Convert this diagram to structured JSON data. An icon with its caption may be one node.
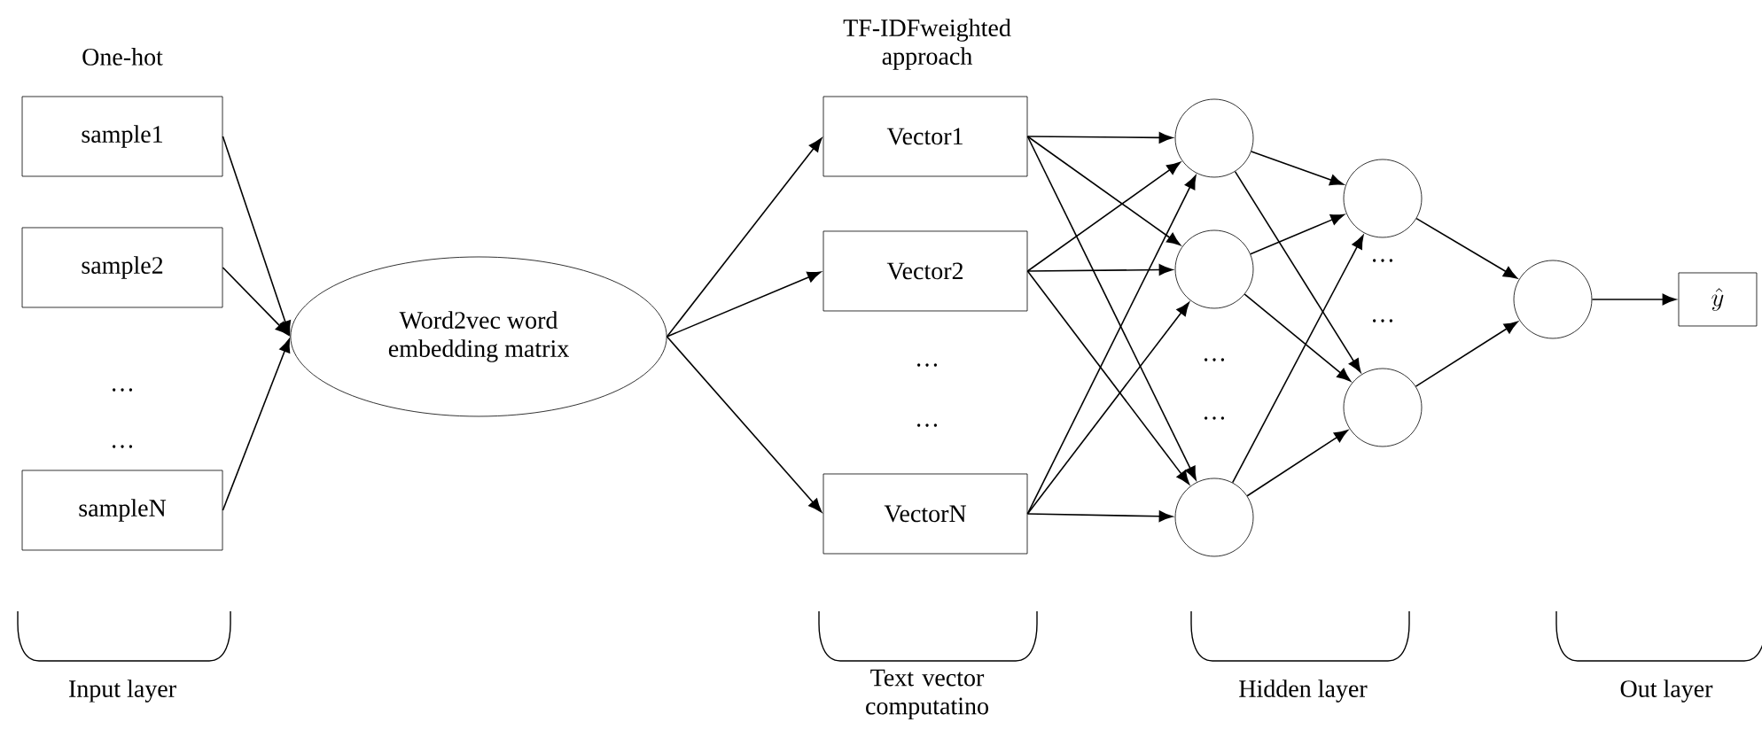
{
  "diagram": {
    "nodes": [
      {
        "text": [
          "sample1"
        ]
      },
      {
        "text": [
          "sample2"
        ]
      },
      {
        "text": [
          "sampleN"
        ]
      },
      {
        "text": [
          "Word2vec word embedding matrix"
        ]
      },
      {
        "text": [
          "Vector1"
        ]
      },
      {
        "text": [
          "Vector2"
        ]
      },
      {
        "text": [
          "VectorN"
        ]
      },
      {
        "text": [],
        "shape": "circle"
      },
      {
        "text": [],
        "shape": "circle"
      },
      {
        "text": [],
        "shape": "circle"
      },
      {
        "text": [],
        "shape": "circle"
      },
      {
        "text": [],
        "shape": "circle"
      },
      {
        "text": [],
        "shape": "circle"
      },
      {
        "text": [
          "\\hat{y}"
        ]
      }
    ],
    "edges": [
      {
        "from": 0,
        "to": 3,
        "arrow": "to"
      },
      {
        "from": 1,
        "to": 3,
        "arrow": "to"
      },
      {
        "from": 2,
        "to": 3,
        "arrow": "to"
      },
      {
        "from": 3,
        "to": 4,
        "arrow": "to"
      },
      {
        "from": 3,
        "to": 5,
        "arrow": "to"
      },
      {
        "from": 3,
        "to": 6,
        "arrow": "to"
      },
      {
        "from": 4,
        "to": 7,
        "arrow": "to"
      },
      {
        "from": 4,
        "to": 8,
        "arrow": "to"
      },
      {
        "from": 4,
        "to": 9,
        "arrow": "to"
      },
      {
        "from": 5,
        "to": 7,
        "arrow": "to"
      },
      {
        "from": 5,
        "to": 8,
        "arrow": "to"
      },
      {
        "from": 5,
        "to": 9,
        "arrow": "to"
      },
      {
        "from": 6,
        "to": 7,
        "arrow": "to"
      },
      {
        "from": 6,
        "to": 8,
        "arrow": "to"
      },
      {
        "from": 6,
        "to": 9,
        "arrow": "to"
      },
      {
        "from": 7,
        "to": 10,
        "arrow": "to"
      },
      {
        "from": 7,
        "to": 11,
        "arrow": "to"
      },
      {
        "from": 8,
        "to": 10,
        "arrow": "to"
      },
      {
        "from": 8,
        "to": 11,
        "arrow": "to"
      },
      {
        "from": 9,
        "to": 10,
        "arrow": "to"
      },
      {
        "from": 9,
        "to": 11,
        "arrow": "to"
      },
      {
        "from": 10,
        "to": 12,
        "arrow": "to"
      },
      {
        "from": 11,
        "to": 12,
        "arrow": "to"
      },
      {
        "from": 12,
        "to": 13,
        "arrow": "to"
      }
    ],
    "labels": [
      "One-hot",
      "TF-IDFweighted approach",
      "…",
      "…",
      "…",
      "…",
      "…",
      "…",
      "…",
      "…",
      "Input layer",
      "Text vector computatino",
      "Hidden layer",
      "Out layer"
    ]
  }
}
